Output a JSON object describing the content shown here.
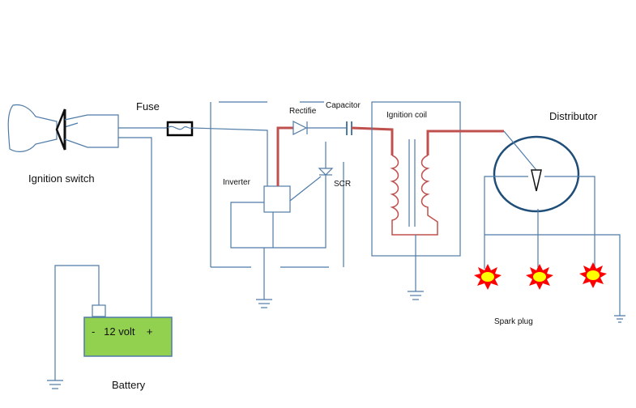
{
  "labels": {
    "ignition_switch": "Ignition switch",
    "fuse": "Fuse",
    "battery": "Battery",
    "battery_text": "-   12 volt    +",
    "inverter": "Inverter",
    "rectifier": "Rectifie",
    "capacitor": "Capacitor",
    "scr": "SCR",
    "ignition_coil": "Ignition coil",
    "distributor": "Distributor",
    "spark_plug": "Spark plug"
  },
  "colors": {
    "wire": "#4f7ba7",
    "hot_wire": "#c0504d",
    "battery_fill": "#92d050",
    "spark_outer": "#ff0000",
    "spark_inner": "#ffff00",
    "fuse_border": "#000000"
  }
}
